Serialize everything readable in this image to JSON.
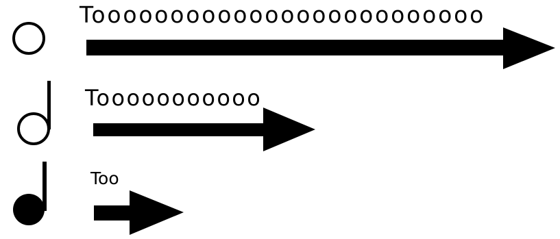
{
  "rows": [
    {
      "note_icon": "whole-note-icon",
      "label": "Tooooooooooooooooooooooooo"
    },
    {
      "note_icon": "half-note-icon",
      "label": "Tooooooooooo"
    },
    {
      "note_icon": "quarter-note-icon",
      "label": "Too"
    }
  ],
  "colors": {
    "ink": "#000000",
    "background": "#ffffff"
  }
}
